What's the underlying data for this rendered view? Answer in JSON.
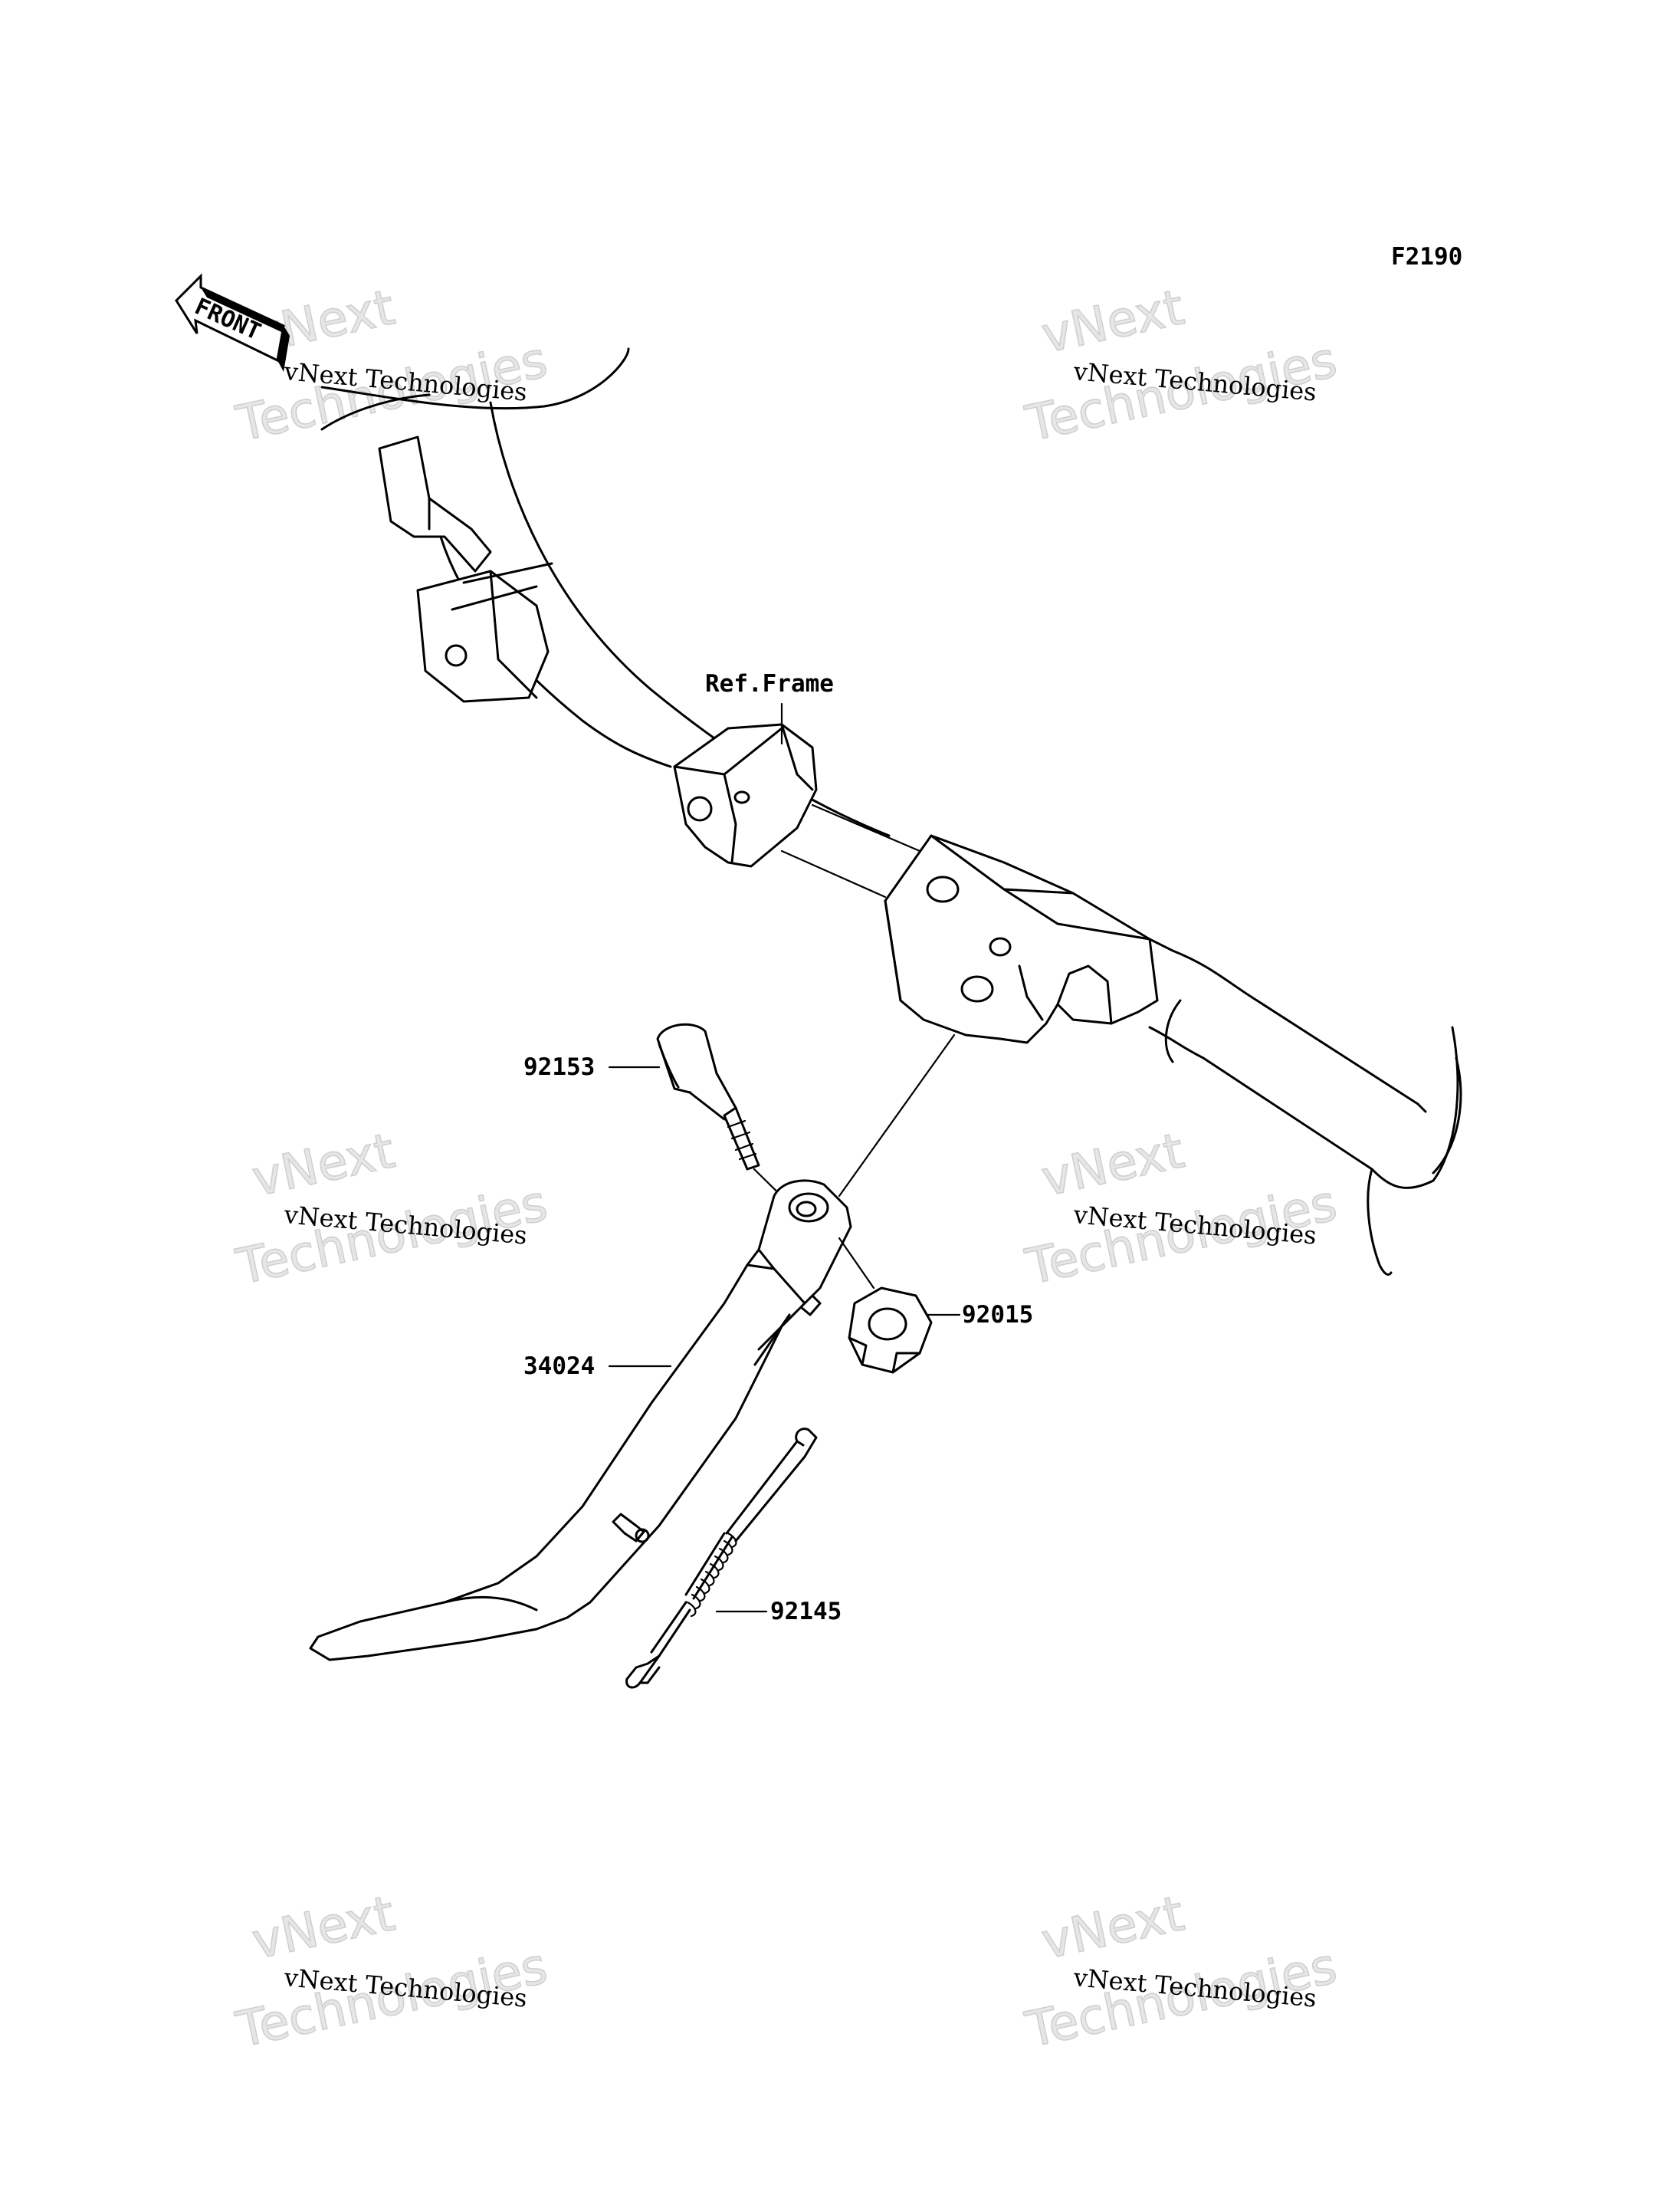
{
  "figure_id": "F2190",
  "front_marker": "FRONT",
  "ref_label": "Ref.Frame",
  "callouts": {
    "bolt": "92153",
    "nut": "92015",
    "stand": "34024",
    "spring": "92145"
  },
  "watermark": {
    "line1": "vNext Technologies",
    "line2": "vNext",
    "line3": "Technologies"
  }
}
